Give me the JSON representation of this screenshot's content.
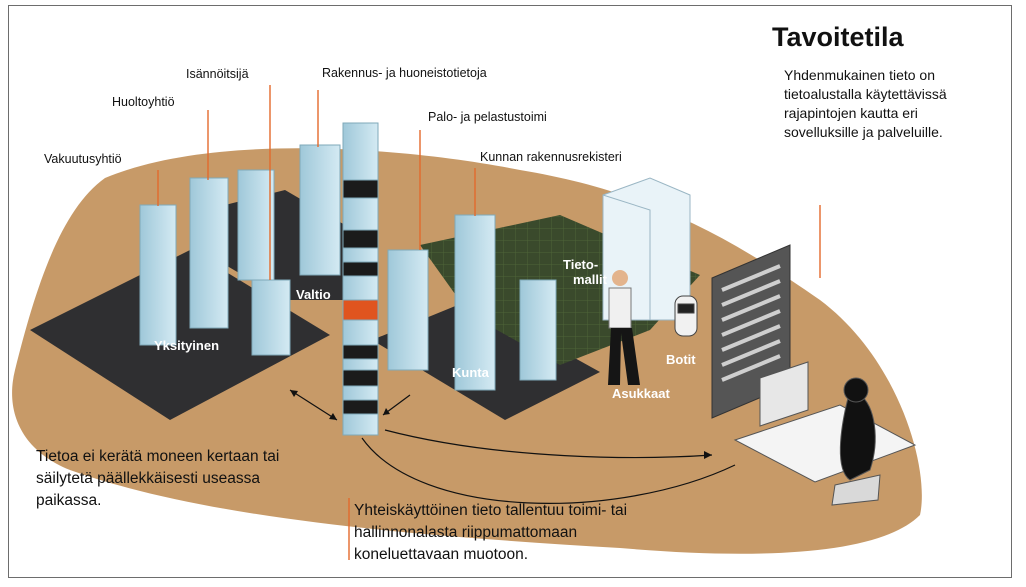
{
  "title": "Tavoitetila",
  "description": [
    "Yhdenmukainen tieto on",
    "tietoalustalla käytettävissä",
    "rajapintojen kautta eri",
    "sovelluksille ja palveluille."
  ],
  "source_labels": {
    "vakuutusyhtio": "Vakuutusyhtiö",
    "huoltoyhtio": "Huoltoyhtiö",
    "isannoitsija": "Isännöitsijä",
    "rakennus": "Rakennus- ja huoneistotietoja",
    "palo": "Palo- ja pelastustoimi",
    "kunnan": "Kunnan rakennusrekisteri"
  },
  "zones": {
    "yksityinen": "Yksityinen",
    "valtio": "Valtio",
    "kunta": "Kunta"
  },
  "actors": {
    "tietomallit_1": "Tieto-",
    "tietomallit_2": "mallit",
    "botit": "Botit",
    "asukkaat": "Asukkaat"
  },
  "notes": {
    "left": [
      "Tietoa ei kerätä moneen kertaan tai",
      "säilytetä päällekkäisesti useassa",
      "paikassa."
    ],
    "bottom": [
      "Yhteiskäyttöinen tieto tallentuu toimi- tai",
      "hallinnonalasta riippumattomaan",
      "koneluettavaan muotoon."
    ]
  },
  "colors": {
    "ground": "#c79a68",
    "platform": "#2f2f31",
    "block": "#b8d9e6",
    "accent": "#e0541f",
    "line": "#e36a2c"
  }
}
